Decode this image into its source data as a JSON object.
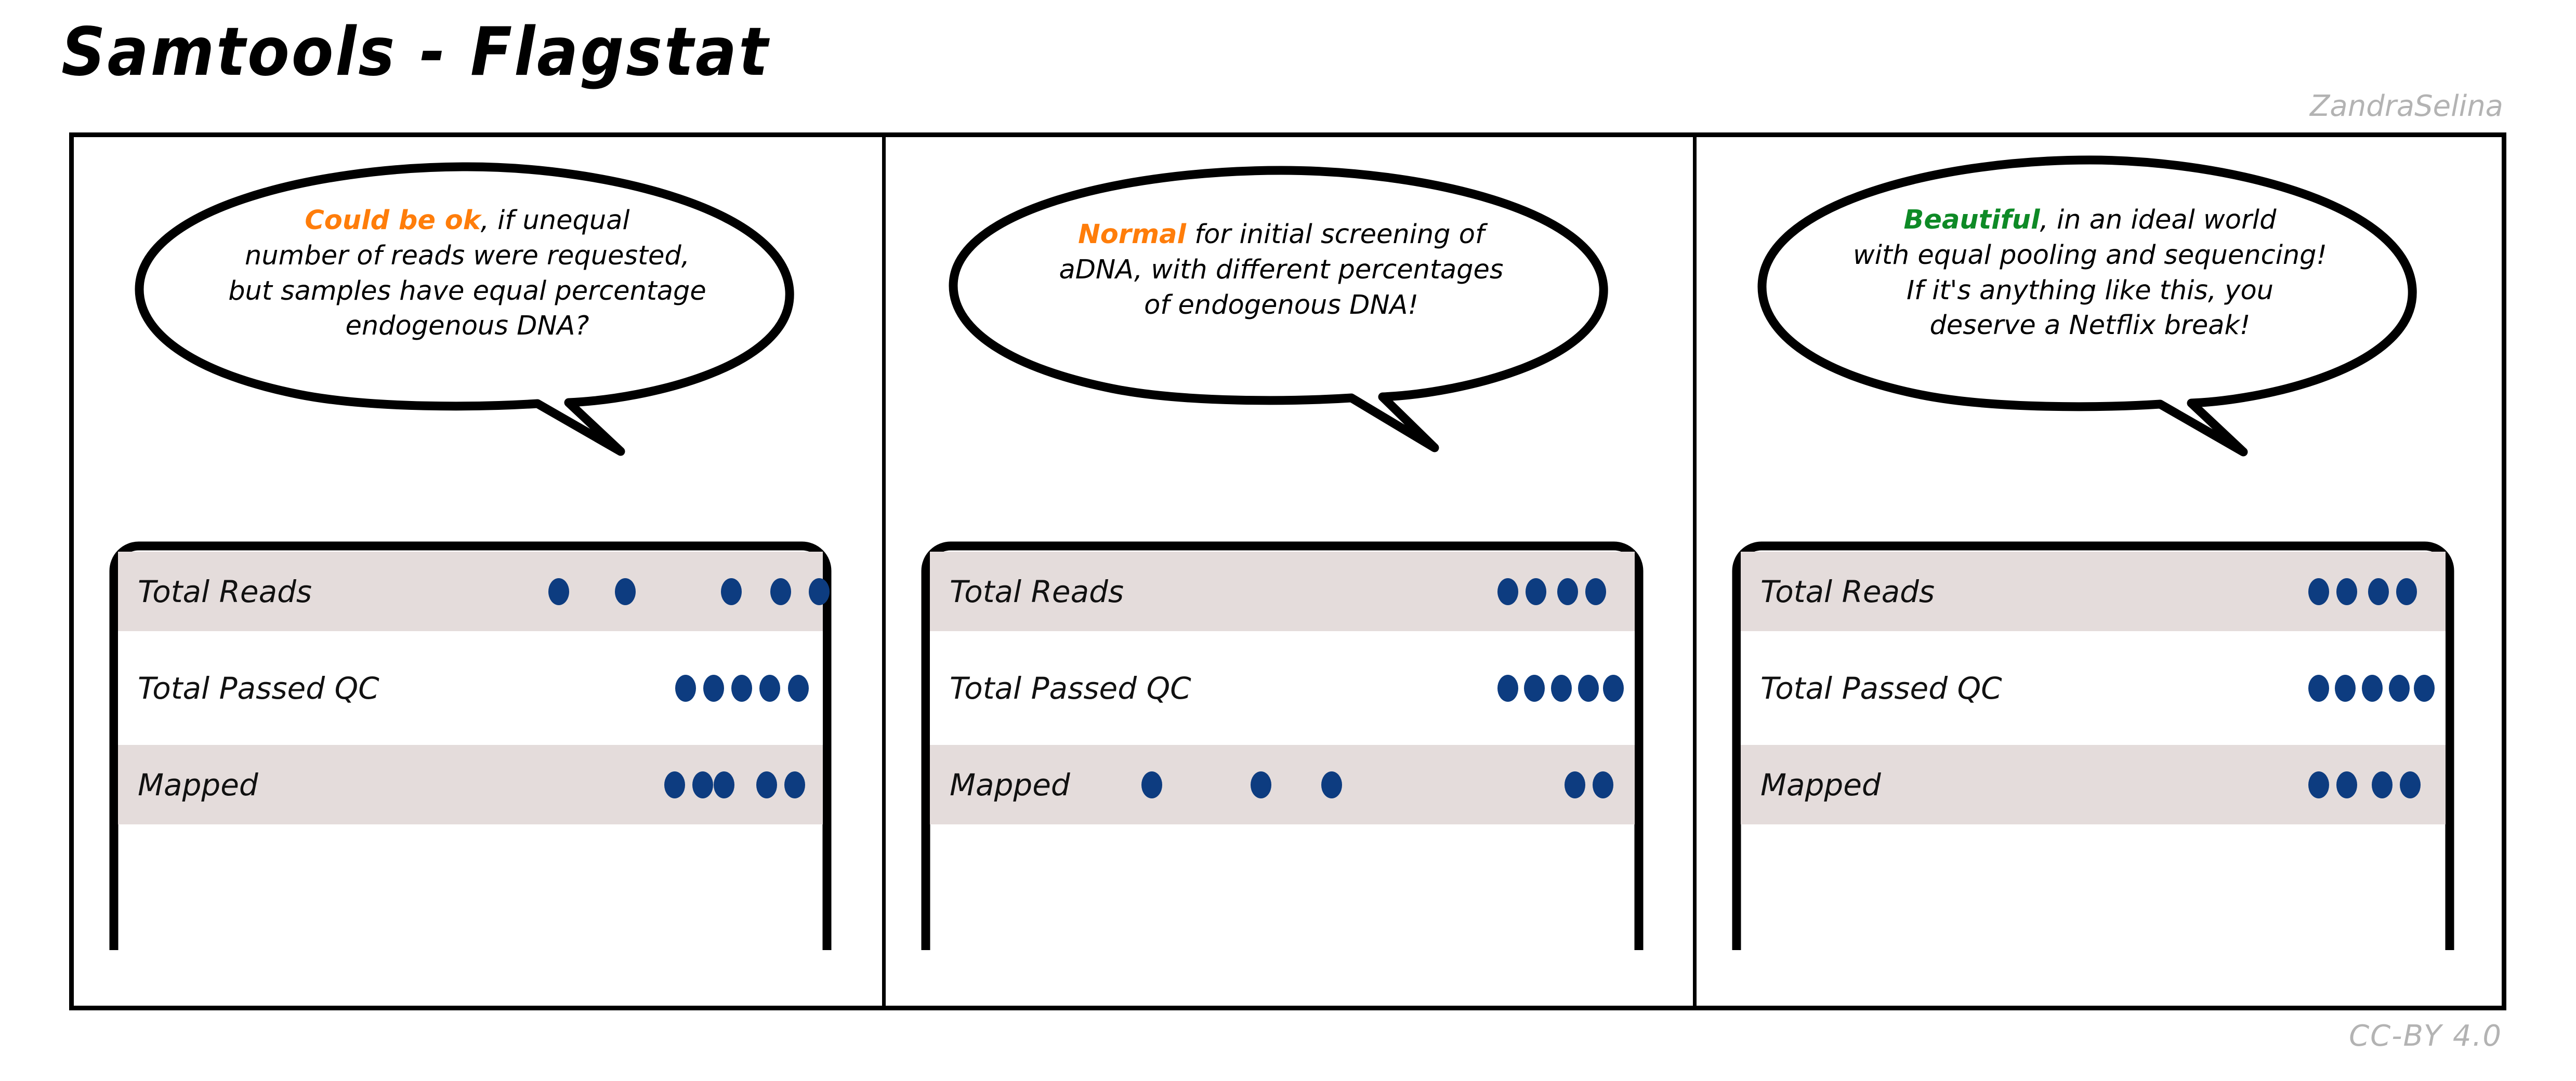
{
  "title": "Samtools - Flagstat",
  "credits": {
    "author": "ZandraSelina",
    "license": "CC-BY 4.0"
  },
  "colors": {
    "dot": "#0d3c80",
    "row_band": "#e4dcdb",
    "highlight_warning": "#ff7d0a",
    "highlight_good": "#0e8a26",
    "frame": "#000000",
    "credit_text": "#b3b3b3"
  },
  "row_labels": [
    "Total Reads",
    "Total Passed QC",
    "Mapped"
  ],
  "panels": [
    {
      "id": "panel-1",
      "bubble": {
        "highlight": "Could be ok",
        "highlight_color": "#ff7d0a",
        "lines": [
          "Could be ok, if unequal",
          "number of reads were requested,",
          "but samples have equal percentage",
          "endogenous DNA?"
        ],
        "full_text": "Could be ok, if unequal number of reads were requested, but samples have equal percentage endogenous DNA?"
      },
      "rows": [
        {
          "label": "Total Reads",
          "dot_count": 5,
          "dot_positions": [
            62.5,
            72.0,
            87.0,
            94.0,
            99.5
          ]
        },
        {
          "label": "Total Passed QC",
          "dot_count": 5,
          "dot_positions": [
            80.5,
            84.5,
            88.5,
            92.5,
            96.5
          ]
        },
        {
          "label": "Mapped",
          "dot_count": 5,
          "dot_positions": [
            79.0,
            83.0,
            86.0,
            92.0,
            96.0
          ]
        }
      ]
    },
    {
      "id": "panel-2",
      "bubble": {
        "highlight": "Normal",
        "highlight_color": "#ff7d0a",
        "lines": [
          "Normal for initial screening of",
          "aDNA, with different percentages",
          "of endogenous DNA!"
        ],
        "full_text": "Normal for initial screening of aDNA, with different percentages of endogenous DNA!"
      },
      "rows": [
        {
          "label": "Total Reads",
          "dot_count": 4,
          "dot_positions": [
            82.0,
            86.0,
            90.5,
            94.5
          ]
        },
        {
          "label": "Total Passed QC",
          "dot_count": 5,
          "dot_positions": [
            82.0,
            85.8,
            89.6,
            93.4,
            97.0
          ]
        },
        {
          "label": "Mapped",
          "dot_count": 5,
          "dot_positions": [
            31.5,
            47.0,
            57.0,
            91.5,
            95.5
          ]
        }
      ]
    },
    {
      "id": "panel-3",
      "bubble": {
        "highlight": "Beautiful",
        "highlight_color": "#0e8a26",
        "lines": [
          "Beautiful, in an ideal world",
          "with equal pooling and sequencing!",
          "If it's anything like this, you",
          "deserve a Netflix break!"
        ],
        "full_text": "Beautiful, in an ideal world with equal pooling and sequencing! If it's anything like this, you deserve a Netflix break!"
      },
      "rows": [
        {
          "label": "Total Reads",
          "dot_count": 4,
          "dot_positions": [
            82.0,
            86.0,
            90.5,
            94.5
          ]
        },
        {
          "label": "Total Passed QC",
          "dot_count": 5,
          "dot_positions": [
            82.0,
            85.8,
            89.6,
            93.4,
            97.0
          ]
        },
        {
          "label": "Mapped",
          "dot_count": 4,
          "dot_positions": [
            82.0,
            86.0,
            91.0,
            95.0
          ]
        }
      ]
    }
  ],
  "chart_data": {
    "type": "table",
    "title": "Samtools - Flagstat",
    "categories": [
      "Total Reads",
      "Total Passed QC",
      "Mapped"
    ],
    "series": [
      {
        "name": "panel-1 (Could be ok)",
        "values": [
          5,
          5,
          5
        ]
      },
      {
        "name": "panel-2 (Normal)",
        "values": [
          4,
          5,
          5
        ]
      },
      {
        "name": "panel-3 (Beautiful)",
        "values": [
          4,
          5,
          4
        ]
      }
    ],
    "xlabel": "",
    "ylabel": "",
    "legend": [
      "Could be ok",
      "Normal",
      "Beautiful"
    ]
  }
}
